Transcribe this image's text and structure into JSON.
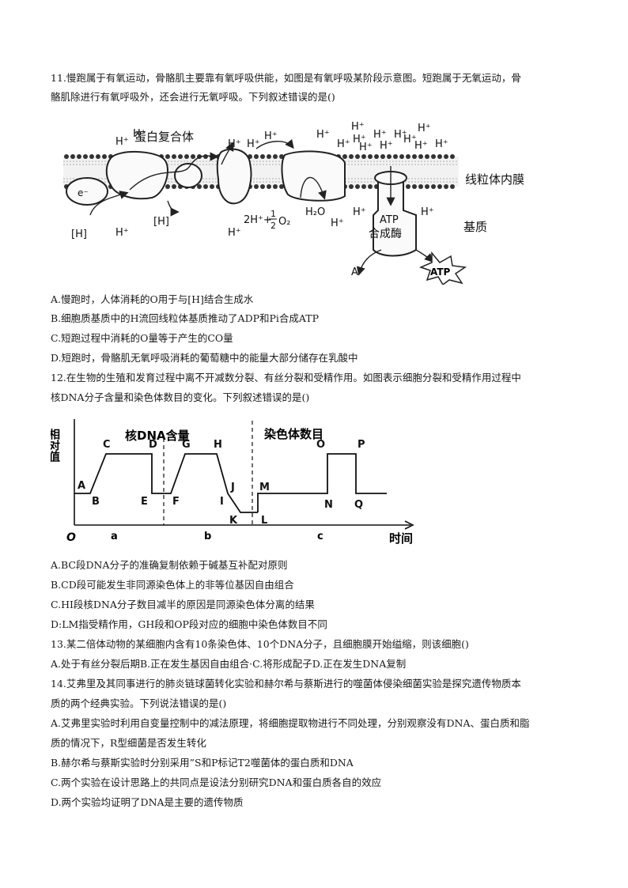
{
  "q11": {
    "stem1": "11.慢跑属于有氧运动，骨骼肌主要靠有氧呼吸供能，如图是有氧呼吸某阶段示意图。短跑属于无氧运动，骨",
    "stem2": "骼肌除进行有氧呼吸外，还会进行无氧呼吸。下列叙述错误的是()",
    "fig": {
      "protein_complex": "蛋白复合体",
      "membrane": "线粒体内膜",
      "matrix": "基质",
      "h": "[H]",
      "e": "e⁻",
      "hplus": "H⁺",
      "reaction_lhs": "2H⁺+",
      "half": "1",
      "half_den": "2",
      "o2": "O₂",
      "h2o": "H₂O",
      "atp_synthase_1": "ATP",
      "atp_synthase_2": "合成酶",
      "atp": "ATP",
      "a": "A"
    },
    "options": [
      "A.慢跑时，人体消耗的O用于与[H]结合生成水",
      "B.细胞质基质中的H流回线粒体基质推动了ADP和Pi合成ATP",
      "C.短跑过程中消耗的O量等于产生的CO量",
      "D.短跑时，骨骼肌无氧呼吸消耗的葡萄糖中的能量大部分储存在乳酸中"
    ]
  },
  "q12": {
    "stem1": "12.在生物的生殖和发育过程中离不开减数分裂、有丝分裂和受精作用。如图表示细胞分裂和受精作用过程中",
    "stem2": "核DNA分子含量和染色体数目的变化。下列叙述错误的是()",
    "options": [
      "A.BC段DNA分子的准确复制依赖于碱基互补配对原则",
      "B.CD段可能发生非同源染色体上的非等位基因自由组合",
      "C.HI段核DNA分子数目减半的原因是同源染色体分离的结果",
      "D:LM指受精作用，GH段和OP段对应的细胞中染色体数目不同"
    ]
  },
  "chart_data": {
    "type": "line",
    "ylabel": "相对值",
    "xlabel": "时间",
    "origin": "O",
    "section_labels": [
      "核DNA含量",
      "染色体数目"
    ],
    "stage_labels": [
      "a",
      "b",
      "c"
    ],
    "point_labels": [
      "A",
      "B",
      "C",
      "D",
      "E",
      "F",
      "G",
      "H",
      "I",
      "J",
      "K",
      "L",
      "M",
      "N",
      "O",
      "P",
      "Q"
    ],
    "series": [
      {
        "name": "核DNA含量",
        "points": [
          [
            "A",
            2
          ],
          [
            "B",
            2
          ],
          [
            "C",
            4
          ],
          [
            "D",
            4
          ],
          [
            "E",
            2
          ],
          [
            "F",
            2
          ],
          [
            "G",
            4
          ],
          [
            "H",
            4
          ],
          [
            "I",
            2
          ],
          [
            "K",
            1
          ]
        ]
      },
      {
        "name": "染色体数目",
        "points": [
          [
            "L",
            1
          ],
          [
            "M",
            2
          ],
          [
            "N",
            2
          ],
          [
            "O",
            4
          ],
          [
            "P",
            4
          ],
          [
            "Q",
            2
          ]
        ]
      }
    ]
  },
  "q13": {
    "stem": "13.某二倍体动物的某细胞内含有10条染色体、10个DNA分子，且细胞膜开始缢缩，则该细胞()",
    "options": "A.处于有丝分裂后期B.正在发生基因自由组合·C.将形成配子D.正在发生DNA复制"
  },
  "q14": {
    "stem1": "14.艾弗里及其同事进行的肺炎链球菌转化实验和赫尔希与蔡斯进行的噬菌体侵染细菌实验是探究遗传物质本",
    "stem2": "质的两个经典实验。下列说法错误的是()",
    "options": [
      "A.艾弗里实验时利用自变量控制中的减法原理，将细胞提取物进行不同处理，分别观察没有DNA、蛋白质和脂",
      "质的情况下，R型细菌是否发生转化",
      "B.赫尔希与蔡斯实验时分别采用”S和P标记T2噬菌体的蛋白质和DNA",
      "C.两个实验在设计思路上的共同点是设法分别研究DNA和蛋白质各自的效应",
      "D.两个实验均证明了DNA是主要的遗传物质"
    ]
  }
}
